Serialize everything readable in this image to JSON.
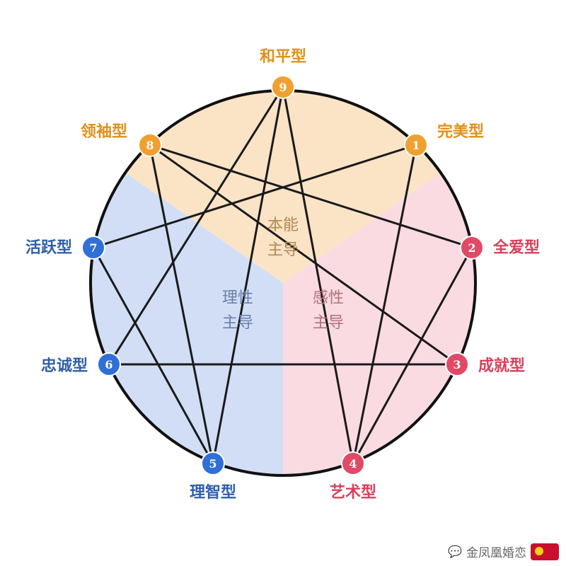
{
  "center": {
    "instinct": [
      "本能",
      "主导"
    ],
    "thinking": [
      "理性",
      "主导"
    ],
    "feeling": [
      "感性",
      "主导"
    ]
  },
  "types": [
    {
      "num": "9",
      "label": "和平型",
      "group": "instinct"
    },
    {
      "num": "1",
      "label": "完美型",
      "group": "instinct"
    },
    {
      "num": "2",
      "label": "全爱型",
      "group": "feeling"
    },
    {
      "num": "3",
      "label": "成就型",
      "group": "feeling"
    },
    {
      "num": "4",
      "label": "艺术型",
      "group": "feeling"
    },
    {
      "num": "5",
      "label": "理智型",
      "group": "thinking"
    },
    {
      "num": "6",
      "label": "忠诚型",
      "group": "thinking"
    },
    {
      "num": "7",
      "label": "活跃型",
      "group": "thinking"
    },
    {
      "num": "8",
      "label": "领袖型",
      "group": "instinct"
    }
  ],
  "connections": [
    [
      "9",
      "5"
    ],
    [
      "9",
      "4"
    ],
    [
      "8",
      "2"
    ],
    [
      "8",
      "5"
    ],
    [
      "7",
      "1"
    ],
    [
      "7",
      "5"
    ],
    [
      "6",
      "3"
    ],
    [
      "6",
      "9"
    ],
    [
      "1",
      "4"
    ],
    [
      "2",
      "4"
    ],
    [
      "3",
      "8"
    ]
  ],
  "colors": {
    "instinct_node": "#f0a030",
    "instinct_label": "#e0901a",
    "instinct_sector": "#fbe3c6",
    "thinking_node": "#2f6fd8",
    "thinking_label": "#2f5fa8",
    "thinking_sector": "#d2def6",
    "feeling_node": "#e04a66",
    "feeling_label": "#d8405a",
    "feeling_sector": "#fadbe2",
    "line": "#1a1a1a",
    "center_instinct": "#b08a50",
    "center_thinking": "#6a7fa8",
    "center_feeling": "#b0707a"
  },
  "watermark": "金凤凰婚恋"
}
